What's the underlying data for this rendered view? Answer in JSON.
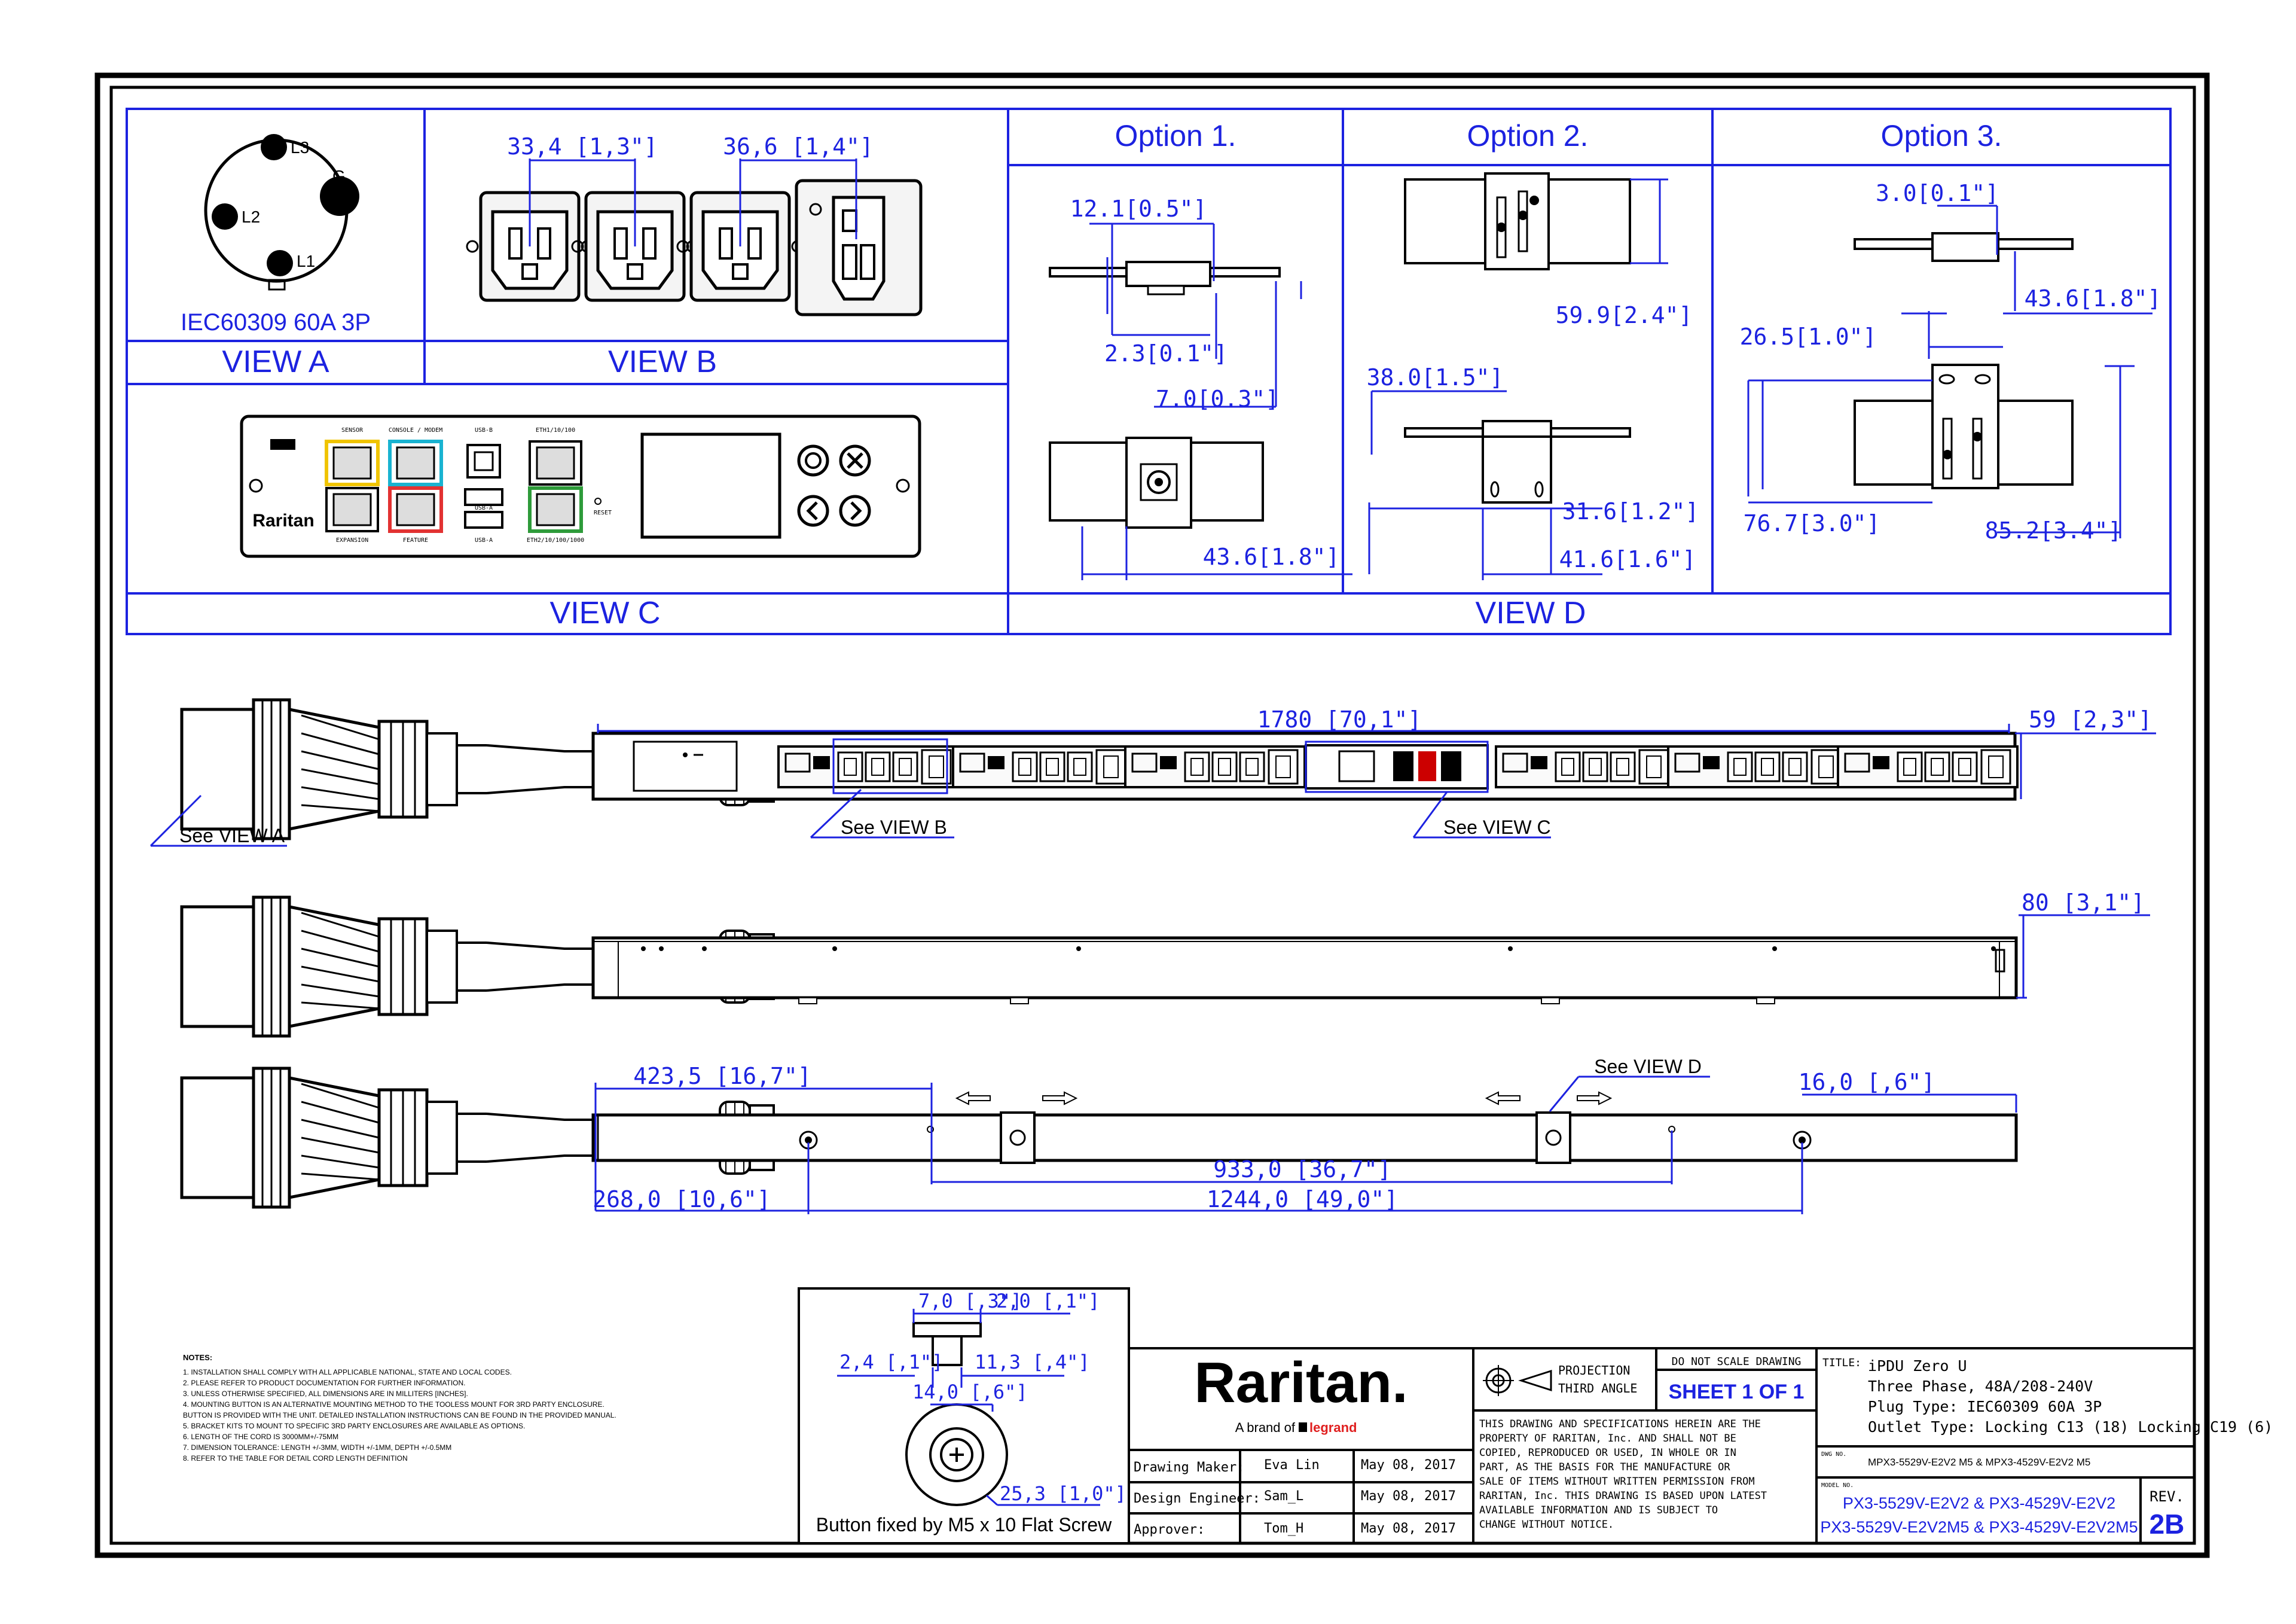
{
  "views": {
    "a_label": "VIEW A",
    "b_label": "VIEW B",
    "c_label": "VIEW C",
    "d_label": "VIEW D",
    "plug_caption": "IEC60309 60A 3P",
    "pins": [
      "L3",
      "G",
      "L2",
      "L1"
    ]
  },
  "options": {
    "opt1": "Option 1.",
    "opt2": "Option  2.",
    "opt3": "Option 3."
  },
  "dims": {
    "b1": "33,4  [1,3\"]",
    "b2": "36,6  [1,4\"]",
    "o1a": "12.1[0.5\"]",
    "o1b": "2.3[0.1\"]",
    "o1c": "7.0[0.3\"]",
    "o1d": "43.6[1.8\"]",
    "o2a": "59.9[2.4\"]",
    "o2b": "38.0[1.5\"]",
    "o2c": "31.6[1.2\"]",
    "o2d": "41.6[1.6\"]",
    "o3a": "3.0[0.1\"]",
    "o3b": "43.6[1.8\"]",
    "o3c": "26.5[1.0\"]",
    "o3d": "76.7[3.0\"]",
    "o3e": "85.2[3.4\"]",
    "len": "1780  [70,1\"]",
    "w59": "59  [2,3\"]",
    "w80": "80  [3,1\"]",
    "d423": "423,5  [16,7\"]",
    "d16": "16,0  [,6\"]",
    "d933": "933,0  [36,7\"]",
    "d268": "268,0  [10,6\"]",
    "d1244": "1244,0  [49,0\"]",
    "btn70": "7,0  [,3\"]",
    "btn20": "2,0  [,1\"]",
    "btn24": "2,4  [,1\"]",
    "btn113": "11,3  [,4\"]",
    "btn140": "14,0  [,6\"]",
    "btn253": "25,3  [1,0\"]"
  },
  "callouts": {
    "see_a": "See VIEW A",
    "see_b": "See VIEW B",
    "see_c": "See VIEW C",
    "see_d": "See VIEW D",
    "button_caption": "Button fixed by M5 x 10 Flat Screw"
  },
  "panel_labels": {
    "sensor": "SENSOR",
    "console": "CONSOLE / MODEM",
    "usb_b": "USB-B",
    "eth1": "ETH1/10/100",
    "expansion": "EXPANSION",
    "feature": "FEATURE",
    "usb_a": "USB-A",
    "usb_a2": "USB-A",
    "eth2": "ETH2/10/100/1000",
    "reset": "RESET",
    "logo": "Raritan"
  },
  "notes": {
    "title": "NOTES:",
    "lines": [
      "1. INSTALLATION SHALL COMPLY WITH ALL APPLICABLE NATIONAL, STATE AND LOCAL CODES.",
      "2. PLEASE REFER TO PRODUCT DOCUMENTATION FOR FURTHER INFORMATION.",
      "3. UNLESS OTHERWISE SPECIFIED, ALL DIMENSIONS ARE IN MILLITERS [INCHES].",
      "4. MOUNTING BUTTON IS AN ALTERNATIVE MOUNTING METHOD TO THE TOOLESS MOUNT FOR 3RD PARTY ENCLOSURE.",
      "   BUTTON IS PROVIDED WITH THE UNIT. DETAILED INSTALLATION INSTRUCTIONS CAN BE FOUND IN THE PROVIDED MANUAL.",
      "5. BRACKET KITS TO MOUNT TO SPECIFIC 3RD PARTY ENCLOSURES ARE AVAILABLE AS OPTIONS.",
      "6. LENGTH OF THE CORD IS 3000MM+/-75MM",
      "7. DIMENSION TOLERANCE: LENGTH +/-3MM, WIDTH +/-1MM, DEPTH +/-0.5MM",
      "8. REFER TO THE TABLE FOR DETAIL CORD LENGTH DEFINITION"
    ]
  },
  "title_block": {
    "logo": "Raritan.",
    "brand_line": "A brand of",
    "legrand": "legrand",
    "projection": "PROJECTION",
    "third_angle": "THIRD ANGLE",
    "do_not_scale": "DO NOT SCALE DRAWING",
    "sheet": "SHEET 1 OF 1",
    "disclaimer": [
      "THIS DRAWING AND SPECIFICATIONS HEREIN ARE THE",
      "PROPERTY OF RARITAN, Inc. AND SHALL NOT BE",
      "COPIED, REPRODUCED OR USED, IN WHOLE OR IN",
      "PART, AS THE BASIS FOR THE MANUFACTURE OR",
      "SALE OF ITEMS WITHOUT WRITTEN PERMISSION FROM",
      "RARITAN, Inc. THIS DRAWING IS BASED UPON LATEST",
      "AVAILABLE INFORMATION AND IS SUBJECT TO",
      "CHANGE WITHOUT NOTICE."
    ],
    "roles": [
      {
        "role": "Drawing Maker:",
        "name": "Eva Lin",
        "date": "May 08, 2017"
      },
      {
        "role": "Design Engineer:",
        "name": "Sam_L",
        "date": "May 08, 2017"
      },
      {
        "role": "Approver:",
        "name": "Tom_H",
        "date": "May 08, 2017"
      }
    ],
    "title_label": "TITLE:",
    "title_lines": [
      "iPDU Zero U",
      "Three Phase, 48A/208-240V",
      "Plug Type: IEC60309 60A 3P",
      "Outlet Type: Locking C13 (18) Locking C19 (6)"
    ],
    "dwg_label": "DWG NO.",
    "dwg_no": "MPX3-5529V-E2V2 M5 & MPX3-4529V-E2V2 M5",
    "model_label": "MODEL NO.",
    "model_1": "PX3-5529V-E2V2 & PX3-4529V-E2V2",
    "model_2": "PX3-5529V-E2V2M5 & PX3-4529V-E2V2M5",
    "rev_label": "REV.",
    "rev": "2B"
  }
}
